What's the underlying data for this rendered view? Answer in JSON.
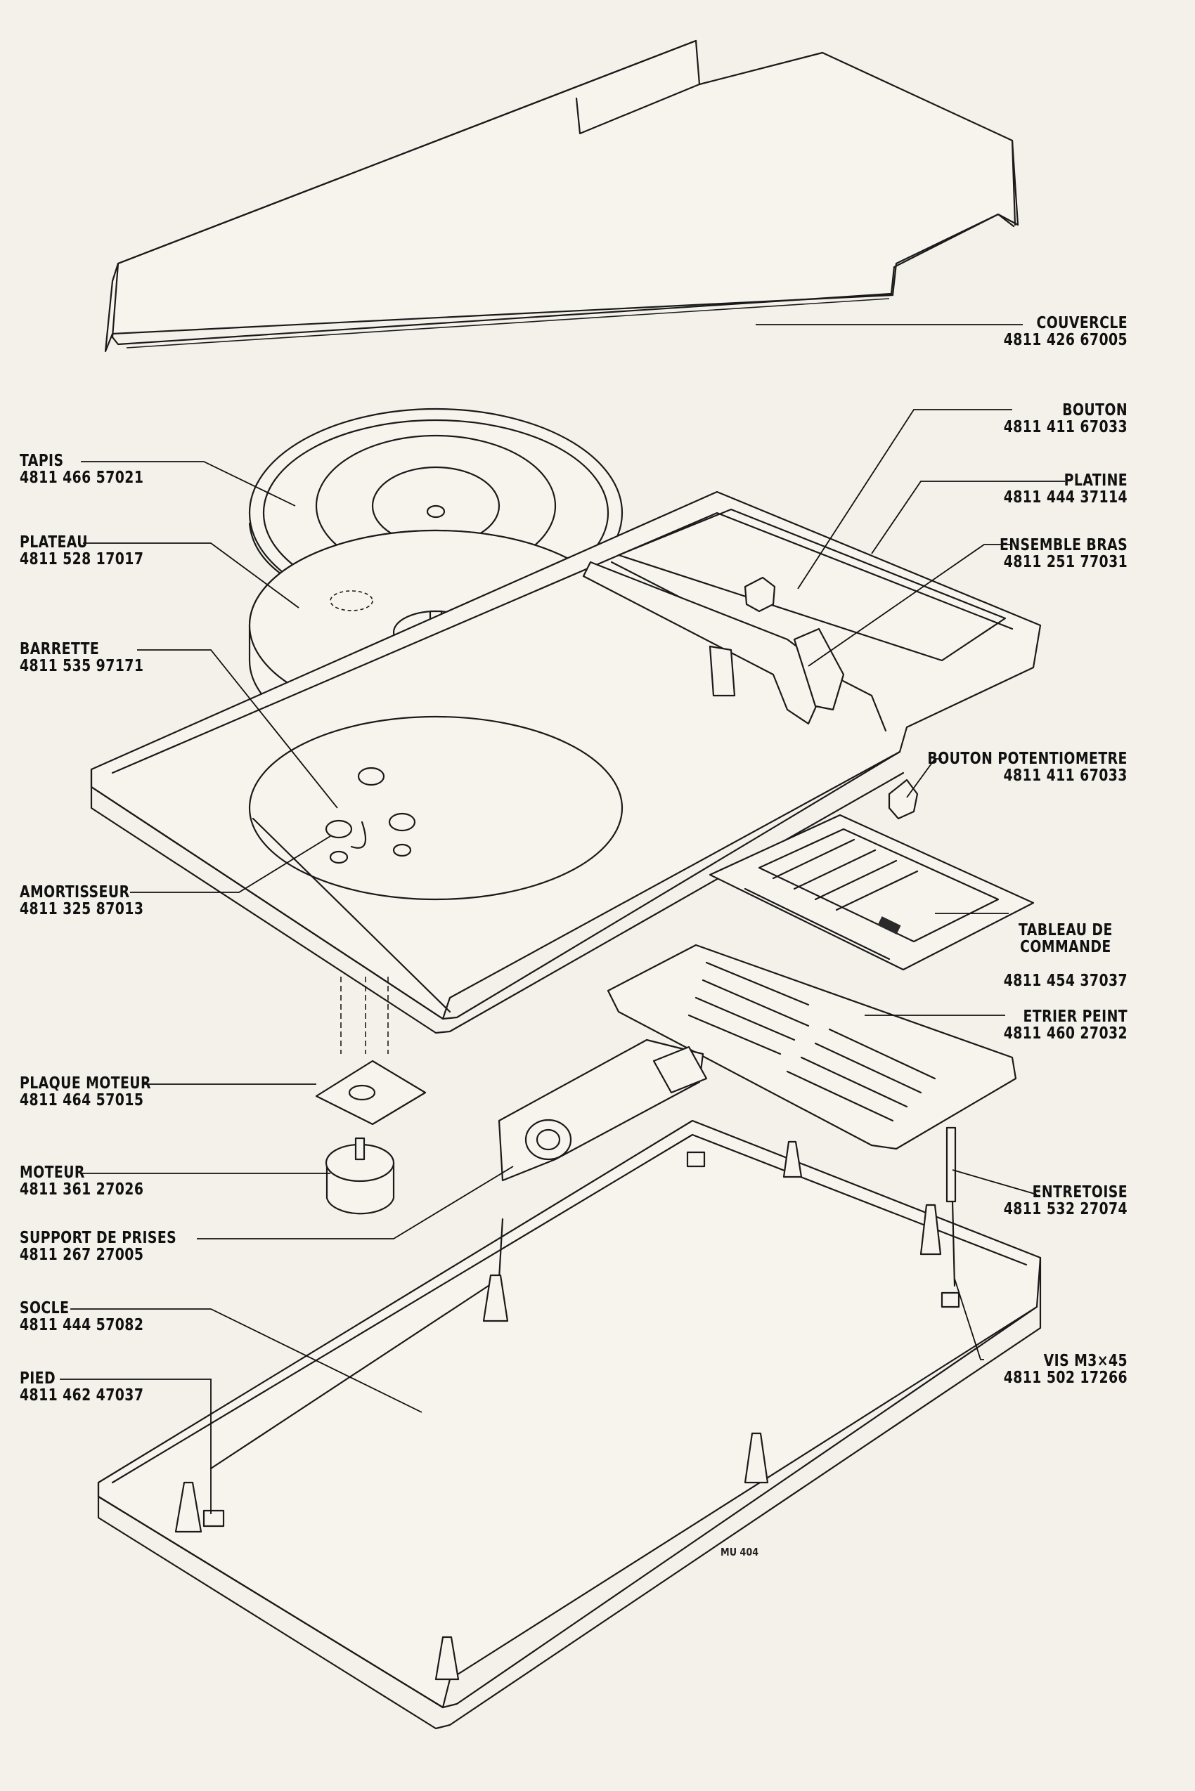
{
  "drawing_code": "MU 404",
  "parts": [
    {
      "id": "couvercle",
      "name": "COUVERCLE",
      "code": "4811 426 67005"
    },
    {
      "id": "bouton",
      "name": "BOUTON",
      "code": "4811 411 67033"
    },
    {
      "id": "platine",
      "name": "PLATINE",
      "code": "4811 444 37114"
    },
    {
      "id": "ensemble-bras",
      "name": "ENSEMBLE BRAS",
      "code": "4811 251 77031"
    },
    {
      "id": "bouton-potentiometre",
      "name": "BOUTON POTENTIOMETRE",
      "code": "4811 411 67033"
    },
    {
      "id": "tableau-de-commande",
      "name": "TABLEAU DE\nCOMMANDE",
      "code": "4811 454 37037"
    },
    {
      "id": "etrier-peint",
      "name": "ETRIER PEINT",
      "code": "4811 460 27032"
    },
    {
      "id": "entretoise",
      "name": "ENTRETOISE",
      "code": "4811 532 27074"
    },
    {
      "id": "vis",
      "name": "VIS M3×45",
      "code": "4811 502 17266"
    },
    {
      "id": "tapis",
      "name": "TAPIS",
      "code": "4811 466 57021"
    },
    {
      "id": "plateau",
      "name": "PLATEAU",
      "code": "4811 528 17017"
    },
    {
      "id": "barrette",
      "name": "BARRETTE",
      "code": "4811 535 97171"
    },
    {
      "id": "amortisseur",
      "name": "AMORTISSEUR",
      "code": "4811 325 87013"
    },
    {
      "id": "plaque-moteur",
      "name": "PLAQUE MOTEUR",
      "code": "4811 464 57015"
    },
    {
      "id": "moteur",
      "name": "MOTEUR",
      "code": "4811 361 27026"
    },
    {
      "id": "support-de-prises",
      "name": "SUPPORT DE PRISES",
      "code": "4811 267 27005"
    },
    {
      "id": "socle",
      "name": "SOCLE",
      "code": "4811 444 57082"
    },
    {
      "id": "pied",
      "name": "PIED",
      "code": "4811 462 47037"
    }
  ]
}
